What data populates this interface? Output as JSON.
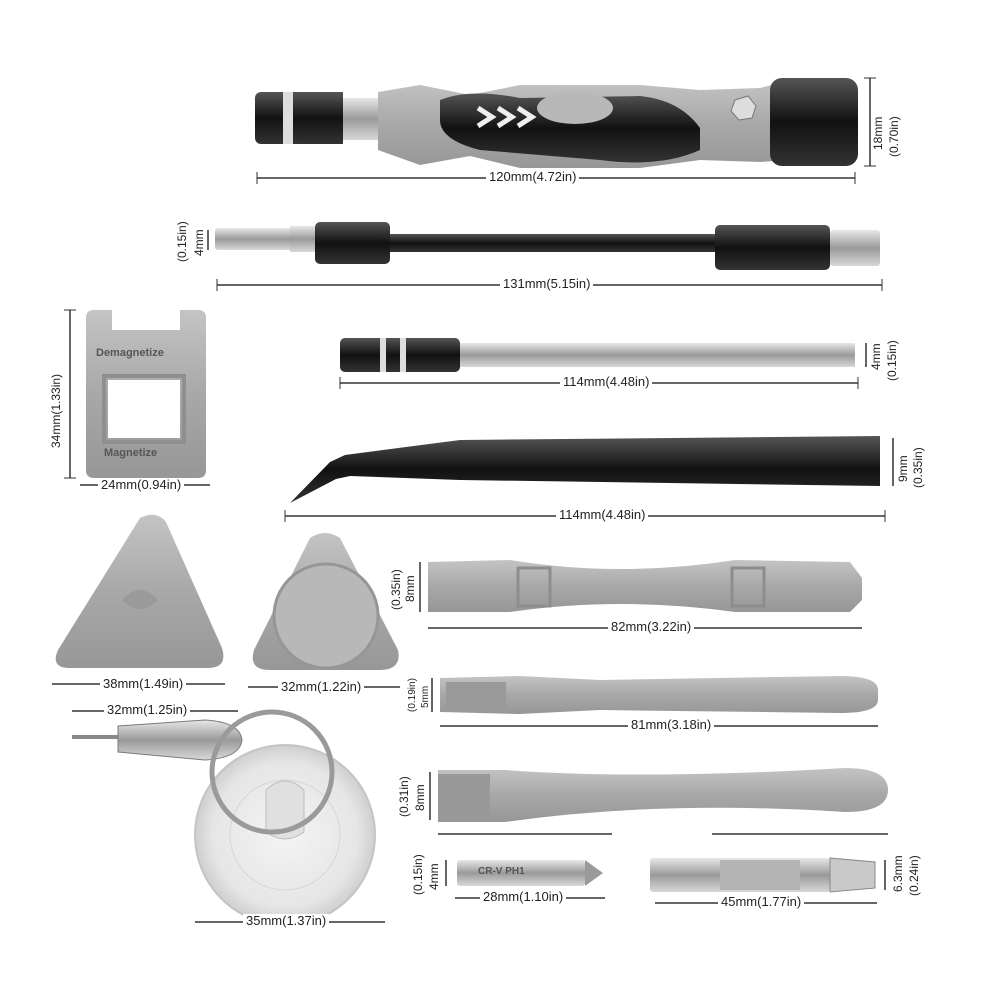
{
  "colors": {
    "background": "#ffffff",
    "grey_tool": "#a6a6a6",
    "dark_grip": "#1e1e1e",
    "metal": "#c8c8c8",
    "line": "#333333"
  },
  "tools": {
    "screwdriver_handle": {
      "length": "120mm(4.72in)",
      "diameter": "18mm",
      "diameter_in": "(0.70in)"
    },
    "extension_bar": {
      "length": "131mm(5.15in)",
      "diameter": "4mm",
      "diameter_in": "(0.15in)"
    },
    "extension_rod": {
      "length": "114mm(4.48in)",
      "diameter": "4mm",
      "diameter_in": "(0.15in)"
    },
    "magnetizer": {
      "width": "24mm(0.94in)",
      "height": "34mm(1.33in)",
      "label_top": "Demagnetize",
      "label_bottom": "Magnetize"
    },
    "tweezers": {
      "length": "114mm(4.48in)",
      "width": "9mm",
      "width_in": "(0.35in)"
    },
    "triangle_pick": {
      "width": "38mm(1.49in)"
    },
    "round_pick": {
      "width": "32mm(1.22in)"
    },
    "spudger_double": {
      "length": "82mm(3.22in)",
      "width": "8mm",
      "width_in": "(0.35in)"
    },
    "pry_bar_flat": {
      "length": "81mm(3.18in)",
      "width": "5mm",
      "width_in": "(0.19in)"
    },
    "sim_pin": {
      "length": "32mm(1.25in)"
    },
    "suction_cup": {
      "diameter": "35mm(1.37in)"
    },
    "pry_bar_wide": {
      "width": "8mm",
      "width_in": "(0.31in)"
    },
    "bit": {
      "length": "28mm(1.10in)",
      "diameter": "4mm",
      "diameter_in": "(0.15in)",
      "engraving": "CR-V PH1"
    },
    "bit_adapter": {
      "length": "45mm(1.77in)",
      "diameter": "6.3mm",
      "diameter_in": "(0.24in)"
    }
  }
}
